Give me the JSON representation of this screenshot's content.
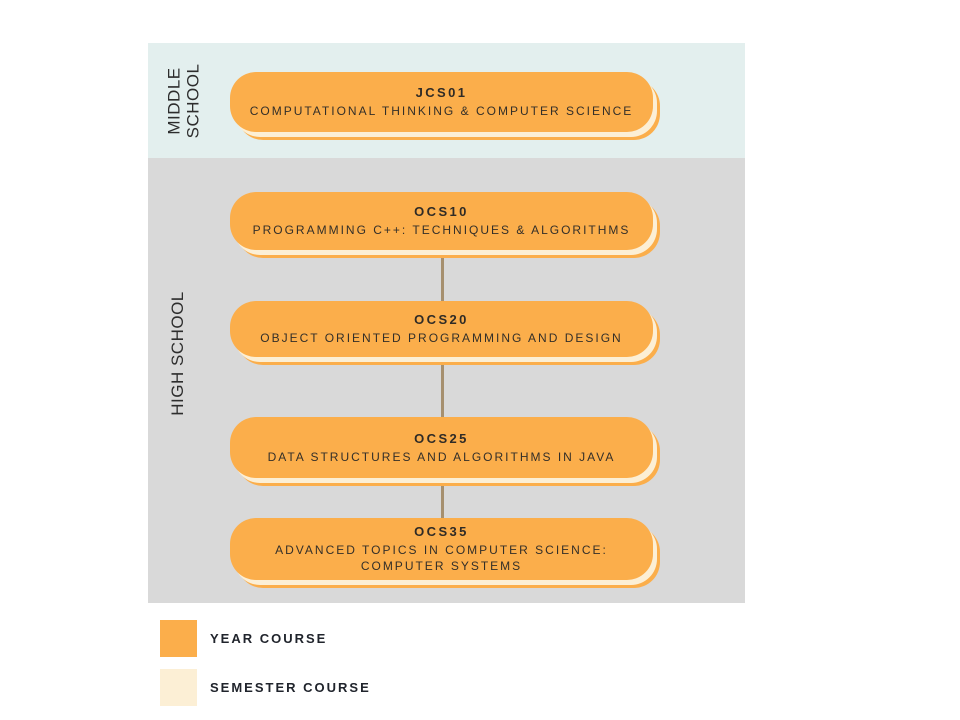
{
  "diagram": {
    "type": "course-progression-flowchart",
    "colors": {
      "page_background": "#ffffff",
      "middle_school_band": "#e3efee",
      "high_school_band": "#d9d9d9",
      "course_box_fill": "#fbae4b",
      "course_box_shadow_cream": "#fcefd5",
      "connector_line": "#a6906f",
      "box_text": "#332f29",
      "side_label_text": "#2d2d2d",
      "legend_text": "#20242c"
    }
  },
  "middle_school": {
    "label_line1": "MIDDLE",
    "label_line2": "SCHOOL",
    "course": {
      "code": "JCS01",
      "title": "COMPUTATIONAL THINKING & COMPUTER SCIENCE"
    }
  },
  "high_school": {
    "label": "HIGH SCHOOL",
    "courses": [
      {
        "code": "OCS10",
        "title": "PROGRAMMING C++: TECHNIQUES & ALGORITHMS"
      },
      {
        "code": "OCS20",
        "title": "OBJECT ORIENTED PROGRAMMING AND DESIGN"
      },
      {
        "code": "OCS25",
        "title": "DATA STRUCTURES AND ALGORITHMS IN JAVA"
      },
      {
        "code": "OCS35",
        "title": "ADVANCED TOPICS IN COMPUTER SCIENCE: COMPUTER SYSTEMS"
      }
    ]
  },
  "legend": {
    "year_course_label": "YEAR COURSE",
    "semester_course_label": "SEMESTER COURSE"
  }
}
